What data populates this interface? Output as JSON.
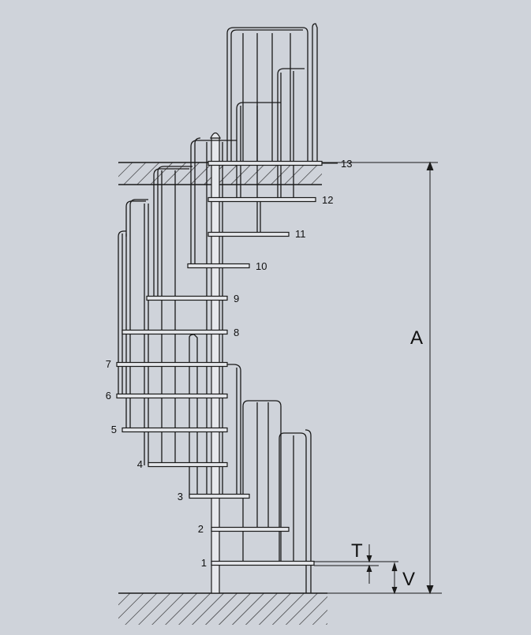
{
  "diagram": {
    "colors": {
      "background": "#cfd3da",
      "line": "#1a1a1a",
      "tube_fill": "#e6e8ec"
    },
    "step_labels": [
      "1",
      "2",
      "3",
      "4",
      "5",
      "6",
      "7",
      "8",
      "9",
      "10",
      "11",
      "12",
      "13"
    ],
    "dimensions": {
      "total_height": "A",
      "tread_thickness": "T",
      "first_rise": "V"
    }
  }
}
